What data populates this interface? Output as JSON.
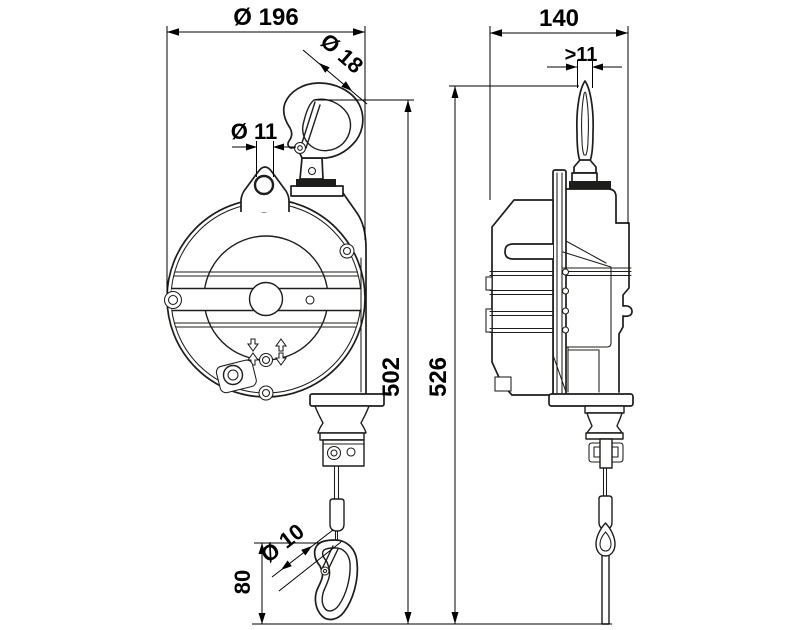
{
  "drawing_type": "balancer technical drawing, front and side view",
  "colors": {
    "line": "#1d1d1b",
    "dim_text": "#000000",
    "background": "#ffffff"
  },
  "dimensions": {
    "outer_diameter": "Ø 196",
    "hook_bar_diameter": "Ø 18",
    "lug_hole_diameter": "Ø 11",
    "hook_to_hook_height": "502",
    "overall_height": "526",
    "body_depth": "140",
    "loop_clearance": ">11",
    "snap_hook_length": "80",
    "cable_diameter": "Ø 10"
  }
}
